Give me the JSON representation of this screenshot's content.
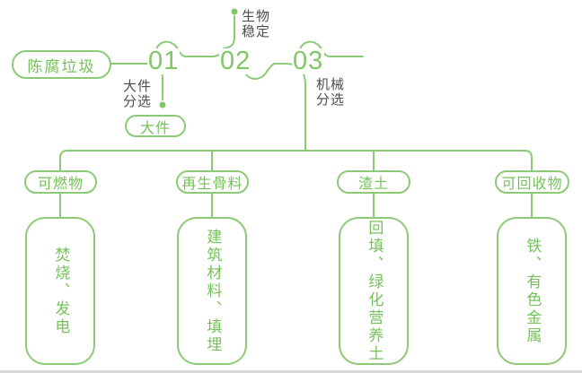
{
  "colors": {
    "line_green": "#8cca77",
    "text_green": "#76c25a",
    "number_green": "#82c665",
    "dark_label": "#4d4d4d",
    "bottom_edge_gray": "#d8d8d8",
    "background": "#ffffff"
  },
  "flow": {
    "source_label": "陈腐垃圾",
    "steps": [
      {
        "number": "01",
        "label": "大件分选",
        "label_line1": "大件",
        "label_line2": "分选",
        "output_label": "大件"
      },
      {
        "number": "02",
        "label": "生物稳定",
        "label_line1": "生物",
        "label_line2": "稳定"
      },
      {
        "number": "03",
        "label": "机械分选",
        "label_line1": "机械",
        "label_line2": "分选"
      }
    ],
    "branches": [
      {
        "category": "可燃物",
        "result": "焚烧、发电"
      },
      {
        "category": "再生骨料",
        "result": "建筑材料、填埋"
      },
      {
        "category": "渣土",
        "result": "回填、绿化营养土"
      },
      {
        "category": "可回收物",
        "result": "铁、有色金属"
      }
    ]
  },
  "icons": {
    "node_dot": "filled green circle connector endpoint"
  }
}
